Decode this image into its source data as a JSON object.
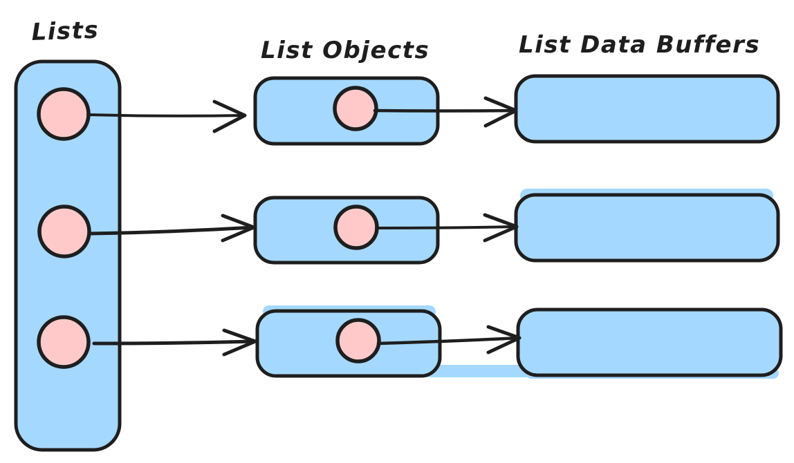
{
  "diagram": {
    "labels": {
      "lists": "Lists",
      "list_objects": "List Objects",
      "list_data_buffers": "List Data Buffers"
    },
    "colors": {
      "background": "#ffffff",
      "box_fill": "#a5d8ff",
      "pointer_fill": "#ffc9c9",
      "stroke": "#1e1e1e",
      "label_color": "#1e1e1e"
    },
    "structure": {
      "lists_container_pointer_count": 3,
      "rows": [
        {
          "from": "list-pointer-1",
          "via": "list-object-1",
          "to": "list-data-buffer-1"
        },
        {
          "from": "list-pointer-2",
          "via": "list-object-2",
          "to": "list-data-buffer-2"
        },
        {
          "from": "list-pointer-3",
          "via": "list-object-3",
          "to": "list-data-buffer-3"
        }
      ]
    }
  }
}
